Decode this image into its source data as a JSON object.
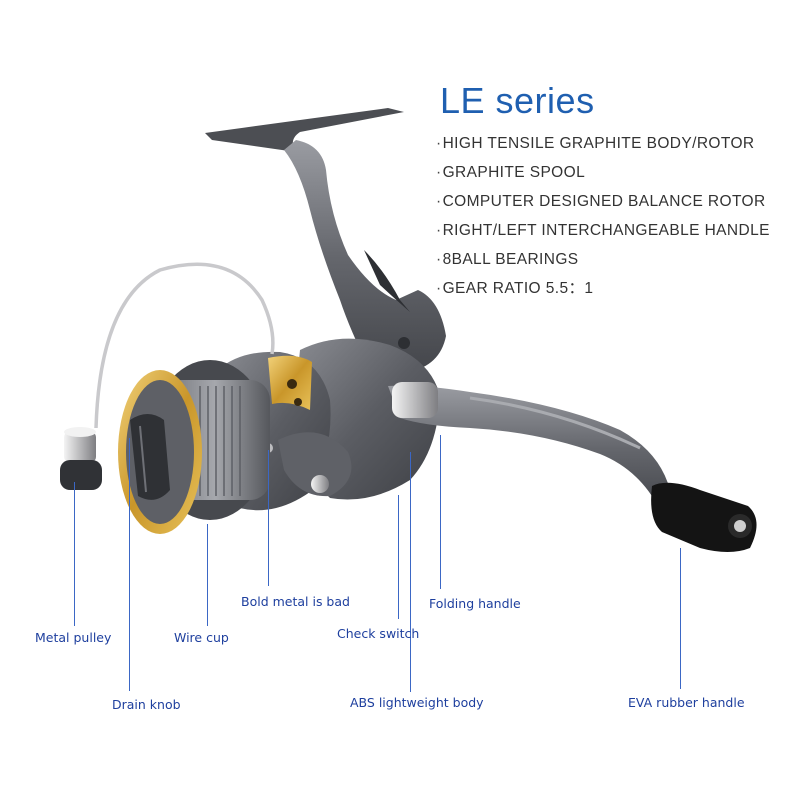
{
  "title": "LE series",
  "features": [
    "HIGH TENSILE GRAPHITE BODY/ROTOR",
    "GRAPHITE SPOOL",
    "COMPUTER DESIGNED BALANCE ROTOR",
    "RIGHT/LEFT INTERCHANGEABLE HANDLE",
    "8BALL BEARINGS",
    "GEAR RATIO 5.5：1"
  ],
  "callouts": {
    "metal_pulley": "Metal pulley",
    "drain_knob": "Drain knob",
    "wire_cup": "Wire cup",
    "bold_metal": "Bold metal is bad",
    "check_switch": "Check switch",
    "abs_body": "ABS lightweight body",
    "folding_handle": "Folding handle",
    "eva_handle": "EVA rubber handle"
  },
  "colors": {
    "title": "#1f5fb0",
    "callout_text": "#1e3f9e",
    "leader_line": "#3b67c5",
    "reel_body": "#5b5d63",
    "spool_rim": "#d7a93a"
  }
}
